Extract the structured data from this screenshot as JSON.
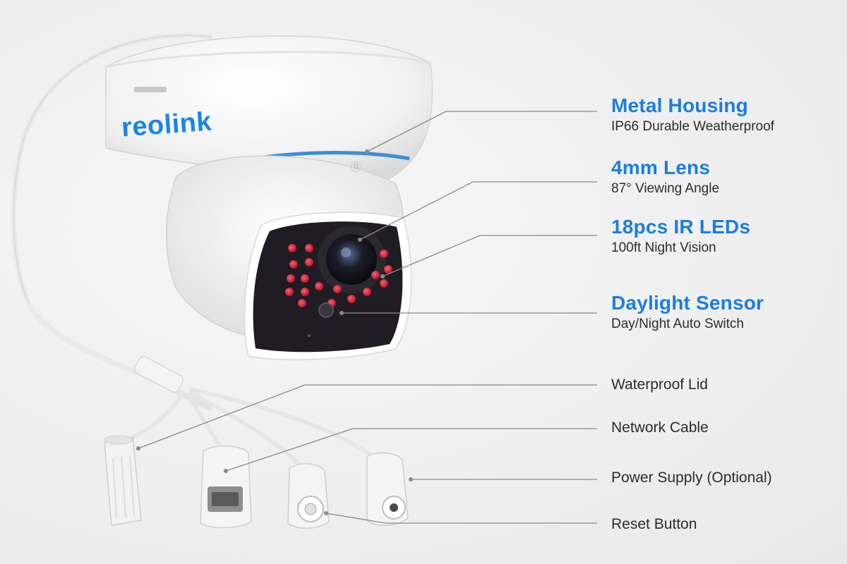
{
  "brand": "reolink",
  "callouts": [
    {
      "title": "Metal Housing",
      "subtitle": "IP66 Durable Weatherproof"
    },
    {
      "title": "4mm Lens",
      "subtitle": "87° Viewing Angle"
    },
    {
      "title": "18pcs IR LEDs",
      "subtitle": "100ft Night Vision"
    },
    {
      "title": "Daylight Sensor",
      "subtitle": "Day/Night Auto Switch"
    }
  ],
  "connectors": [
    {
      "label": "Waterproof Lid"
    },
    {
      "label": "Network Cable"
    },
    {
      "label": "Power Supply (Optional)"
    },
    {
      "label": "Reset Button"
    }
  ],
  "colors": {
    "accent": "#1a7ee0",
    "text": "#2b2b2b",
    "leader_line": "#8a8a8a",
    "ir_led": "#d3203a",
    "lens_face": "#1c1a22"
  }
}
